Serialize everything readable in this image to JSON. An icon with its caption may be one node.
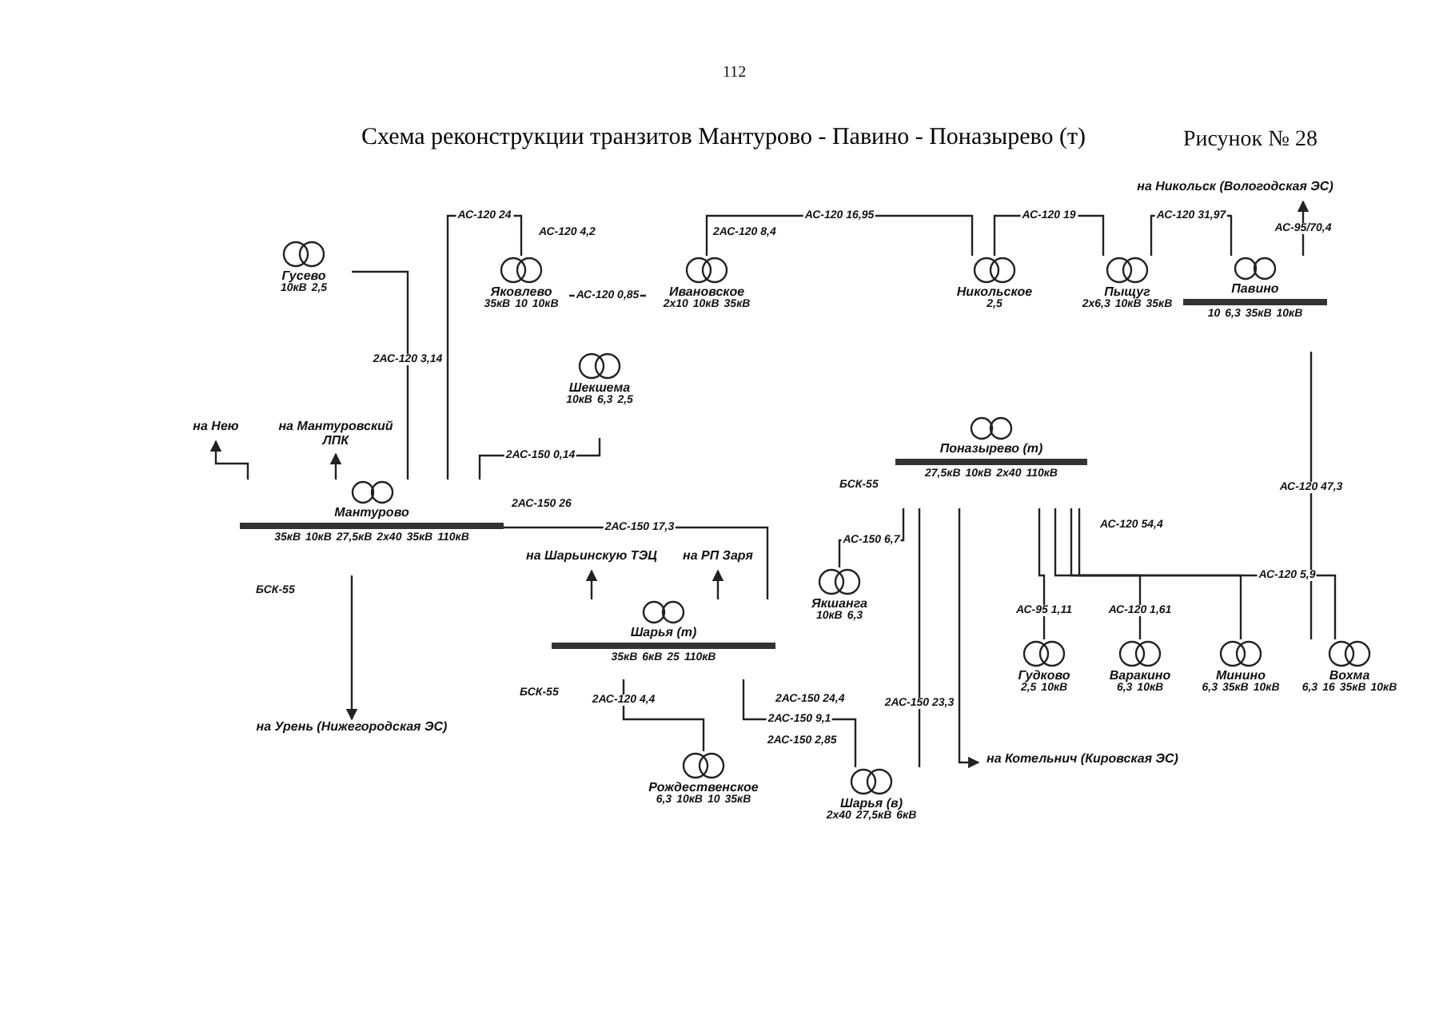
{
  "diagram": {
    "title": "Схема реконструкции транзитов Мантурово - Павино - Поназырево (т)",
    "nodes": [
      {
        "text": [
          "Гусево"
        ],
        "beside": [
          "10кВ",
          "2,5"
        ]
      },
      {
        "text": [
          "Яковлево"
        ],
        "beside": [
          "35кВ",
          "10",
          "10кВ"
        ]
      },
      {
        "text": [
          "Ивановское"
        ],
        "beside": [
          "2х10",
          "10кВ",
          "35кВ"
        ]
      },
      {
        "text": [
          "Шекшема"
        ],
        "beside": [
          "10кВ",
          "6,3",
          "2,5"
        ]
      },
      {
        "text": [
          "Мантурово"
        ],
        "beside": [
          "35кВ",
          "10кВ",
          "27,5кВ",
          "2х40",
          "35кВ",
          "110кВ"
        ]
      },
      {
        "text": [
          "Шарья (т)"
        ],
        "beside": [
          "35кВ",
          "6кВ",
          "25",
          "110кВ"
        ]
      },
      {
        "text": [
          "Рождественское"
        ],
        "beside": [
          "6,3",
          "10кВ",
          "10",
          "35кВ"
        ]
      },
      {
        "text": [
          "Шарья (в)"
        ],
        "beside": [
          "2х40",
          "27,5кВ",
          "6кВ"
        ]
      },
      {
        "text": [
          "Якшанга"
        ],
        "beside": [
          "10кВ",
          "6,3"
        ]
      },
      {
        "text": [
          "Поназырево (т)"
        ],
        "beside": [
          "27,5кВ",
          "10кВ",
          "2х40",
          "110кВ"
        ]
      },
      {
        "text": [
          "Никольское"
        ],
        "beside": [
          "2,5"
        ]
      },
      {
        "text": [
          "Пыщуг"
        ],
        "beside": [
          "2х6,3",
          "10кВ",
          "35кВ"
        ]
      },
      {
        "text": [
          "Павино"
        ],
        "beside": [
          "10",
          "6,3",
          "35кВ",
          "10кВ"
        ]
      },
      {
        "text": [
          "Гудково"
        ],
        "beside": [
          "2,5",
          "10кВ"
        ]
      },
      {
        "text": [
          "Варакино"
        ],
        "beside": [
          "6,3",
          "10кВ"
        ]
      },
      {
        "text": [
          "Минино"
        ],
        "beside": [
          "6,3",
          "35кВ",
          "10кВ"
        ]
      },
      {
        "text": [
          "Вохма"
        ],
        "beside": [
          "6,3",
          "16",
          "35кВ",
          "10кВ"
        ]
      },
      {
        "text": [
          "на Нею"
        ]
      },
      {
        "text": [
          "на Мантуровский ЛПК"
        ]
      },
      {
        "text": [
          "на Урень (Нижегородская ЭС)"
        ]
      },
      {
        "text": [
          "на Шарьинскую ТЭЦ"
        ]
      },
      {
        "text": [
          "на РП Заря"
        ]
      },
      {
        "text": [
          "на Котельнич (Кировская ЭС)"
        ]
      },
      {
        "text": [
          "на Никольск (Вологодская ЭС)"
        ]
      }
    ],
    "edges": [
      {
        "from": 0,
        "to": 4,
        "arrow": "none",
        "label": "2АС-120 3,14"
      },
      {
        "from": 4,
        "to": 1,
        "arrow": "none",
        "label": "АС-120 24"
      },
      {
        "from": 1,
        "to": 2,
        "arrow": "none",
        "label": "АС-120 0,85"
      },
      {
        "from": 2,
        "to": 10,
        "arrow": "none",
        "label": "АС-120 16,95"
      },
      {
        "from": 10,
        "to": 11,
        "arrow": "none",
        "label": "АС-120 19"
      },
      {
        "from": 11,
        "to": 12,
        "arrow": "none",
        "label": "АС-120 31,97"
      },
      {
        "from": 12,
        "to": 23,
        "arrow": "to",
        "label": "АС-95/70,4"
      },
      {
        "from": 12,
        "to": 16,
        "arrow": "none",
        "label": "АС-120 47,3"
      },
      {
        "from": 9,
        "to": 13,
        "arrow": "none",
        "label": "АС-95 1,11"
      },
      {
        "from": 9,
        "to": 14,
        "arrow": "none",
        "label": "АС-120 1,61"
      },
      {
        "from": 9,
        "to": 15,
        "arrow": "none"
      },
      {
        "from": 9,
        "to": 16,
        "arrow": "none",
        "label": "АС-120 5,9"
      },
      {
        "from": 4,
        "to": 3,
        "arrow": "none",
        "label": "2АС-150 0,14"
      },
      {
        "from": 4,
        "to": 5,
        "arrow": "none",
        "label": "2АС-150 17,3"
      },
      {
        "from": 5,
        "to": 6,
        "arrow": "none",
        "label": "2АС-120 4,4"
      },
      {
        "from": 5,
        "to": 7,
        "arrow": "none",
        "label": "2АС-150 9,1"
      },
      {
        "from": 9,
        "to": 7,
        "arrow": "none",
        "label": "2АС-150 23,3"
      },
      {
        "from": 8,
        "to": 9,
        "arrow": "none",
        "label": "АС-150 6,7"
      },
      {
        "from": 4,
        "to": 17,
        "arrow": "to"
      },
      {
        "from": 4,
        "to": 18,
        "arrow": "to"
      },
      {
        "from": 4,
        "to": 19,
        "arrow": "to"
      },
      {
        "from": 5,
        "to": 20,
        "arrow": "to"
      },
      {
        "from": 5,
        "to": 21,
        "arrow": "to"
      },
      {
        "from": 9,
        "to": 22,
        "arrow": "to"
      }
    ],
    "labels": [
      "112",
      "Рисунок № 28",
      "АС-120 4,2",
      "2АС-120 8,4",
      "2АС-150 26",
      "2АС-150 24,4",
      "2АС-150 2,85",
      "АС-120 54,4",
      "БСК-55",
      "БСК-55",
      "БСК-55"
    ]
  }
}
